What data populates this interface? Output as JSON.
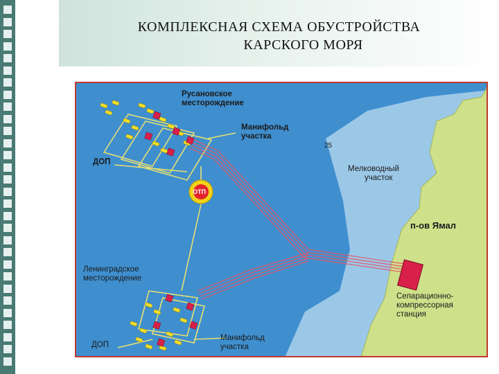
{
  "title": {
    "line1": "КОМПЛЕКСНАЯ СХЕМА ОБУСТРОЙСТВА",
    "line2": "КАРСКОГО  МОРЯ"
  },
  "labels": {
    "rusanov_l1": "Русановское",
    "rusanov_l2": "месторождение",
    "manifold_top_l1": "Манифольд",
    "manifold_top_l2": "участка",
    "dop_top": "ДОП",
    "depth": "25",
    "shallow_l1": "Мелководный",
    "shallow_l2": "участок",
    "otp": "ОТП",
    "yamal": "п-ов  Ямал",
    "lenin_l1": "Ленинградское",
    "lenin_l2": "месторождение",
    "station_l1": "Сепарационно-",
    "station_l2": "компрессорная",
    "station_l3": "станция",
    "manifold_bot_l1": "Манифольд",
    "manifold_bot_l2": "участка",
    "dop_bot": "ДОП"
  },
  "colors": {
    "sea_deep": "#3f8fcf",
    "sea_shallow": "#9cc8e8",
    "land": "#cfe08a",
    "pipeline": "#e05a6a",
    "platform": "#d8204a",
    "well": "#f2de2a",
    "connector": "#e8e070",
    "otp_ring": "#f2d21a",
    "otp_center": "#e4242c",
    "frame": "#c0392b"
  }
}
